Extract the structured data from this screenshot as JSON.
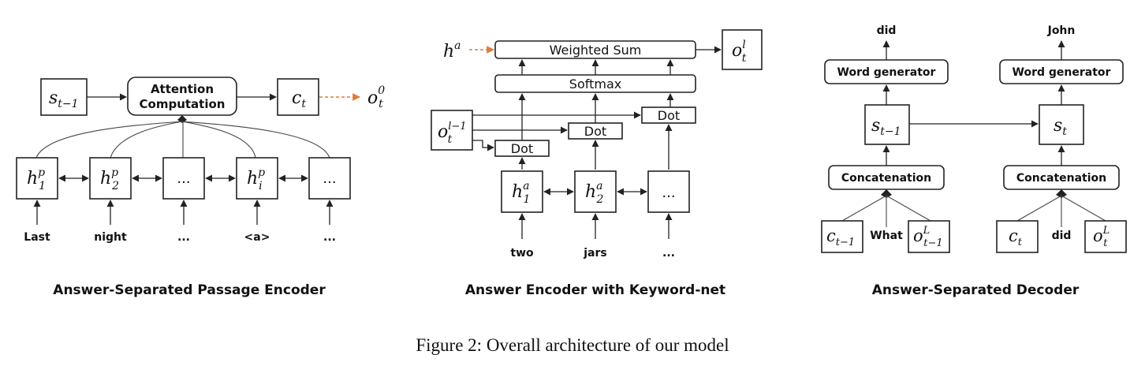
{
  "colors": {
    "ink": "#222222",
    "accent": "#e07b39"
  },
  "encoder": {
    "title": "Answer-Separated Passage Encoder",
    "attention": [
      "Attention",
      "Computation"
    ],
    "s_prev": "s",
    "s_prev_sub": "t−1",
    "c": "c",
    "c_sub": "t",
    "o": "o",
    "o_sub": "t",
    "o_sup": "0",
    "h": "h",
    "h_sup": "p",
    "h_subs": [
      "1",
      "2",
      "i"
    ],
    "ellipsis": "...",
    "words": [
      "Last",
      "night",
      "...",
      "<a>",
      "..."
    ]
  },
  "answer": {
    "title": "Answer Encoder with Keyword-net",
    "weighted_sum": "Weighted Sum",
    "softmax": "Softmax",
    "dot": "Dot",
    "ha": "h",
    "ha_sup": "a",
    "o": "o",
    "o_sub": "t",
    "ol_sup": "l",
    "olm1_sup": "l−1",
    "h_subs": [
      "1",
      "2"
    ],
    "ellipsis": "...",
    "words": [
      "two",
      "jars",
      "..."
    ]
  },
  "decoder": {
    "title": "Answer-Separated Decoder",
    "word_generator": "Word generator",
    "concatenation": "Concatenation",
    "outputs": [
      "did",
      "John"
    ],
    "s": "s",
    "s_prev_sub": "t−1",
    "s_cur_sub": "t",
    "c": "c",
    "c_prev_sub": "t−1",
    "c_cur_sub": "t",
    "o": "o",
    "oL_sup": "L",
    "o_prev_sub": "t−1",
    "o_cur_sub": "t",
    "inputs": [
      "What",
      "did"
    ]
  },
  "caption": "Figure 2: Overall architecture of our model"
}
